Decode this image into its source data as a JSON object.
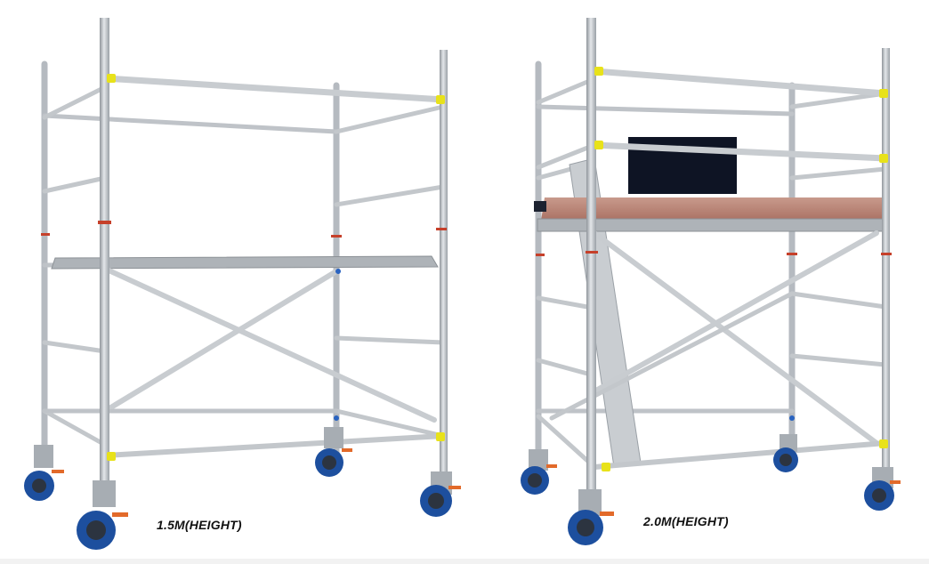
{
  "captions": {
    "left": "1.5M(HEIGHT)",
    "right": "2.0M(HEIGHT)"
  },
  "colors": {
    "tube": "#c3c7cb",
    "tube_dark": "#9ea3a8",
    "clamp_yellow": "#e8e21a",
    "clamp_red": "#c6402a",
    "wheel": "#1d4f9e",
    "plank": "#b98072",
    "board": "#0e1424"
  },
  "icons": [
    "scaffold-tower-image",
    "castor-wheel-icon",
    "guardrail-clamp-icon"
  ]
}
